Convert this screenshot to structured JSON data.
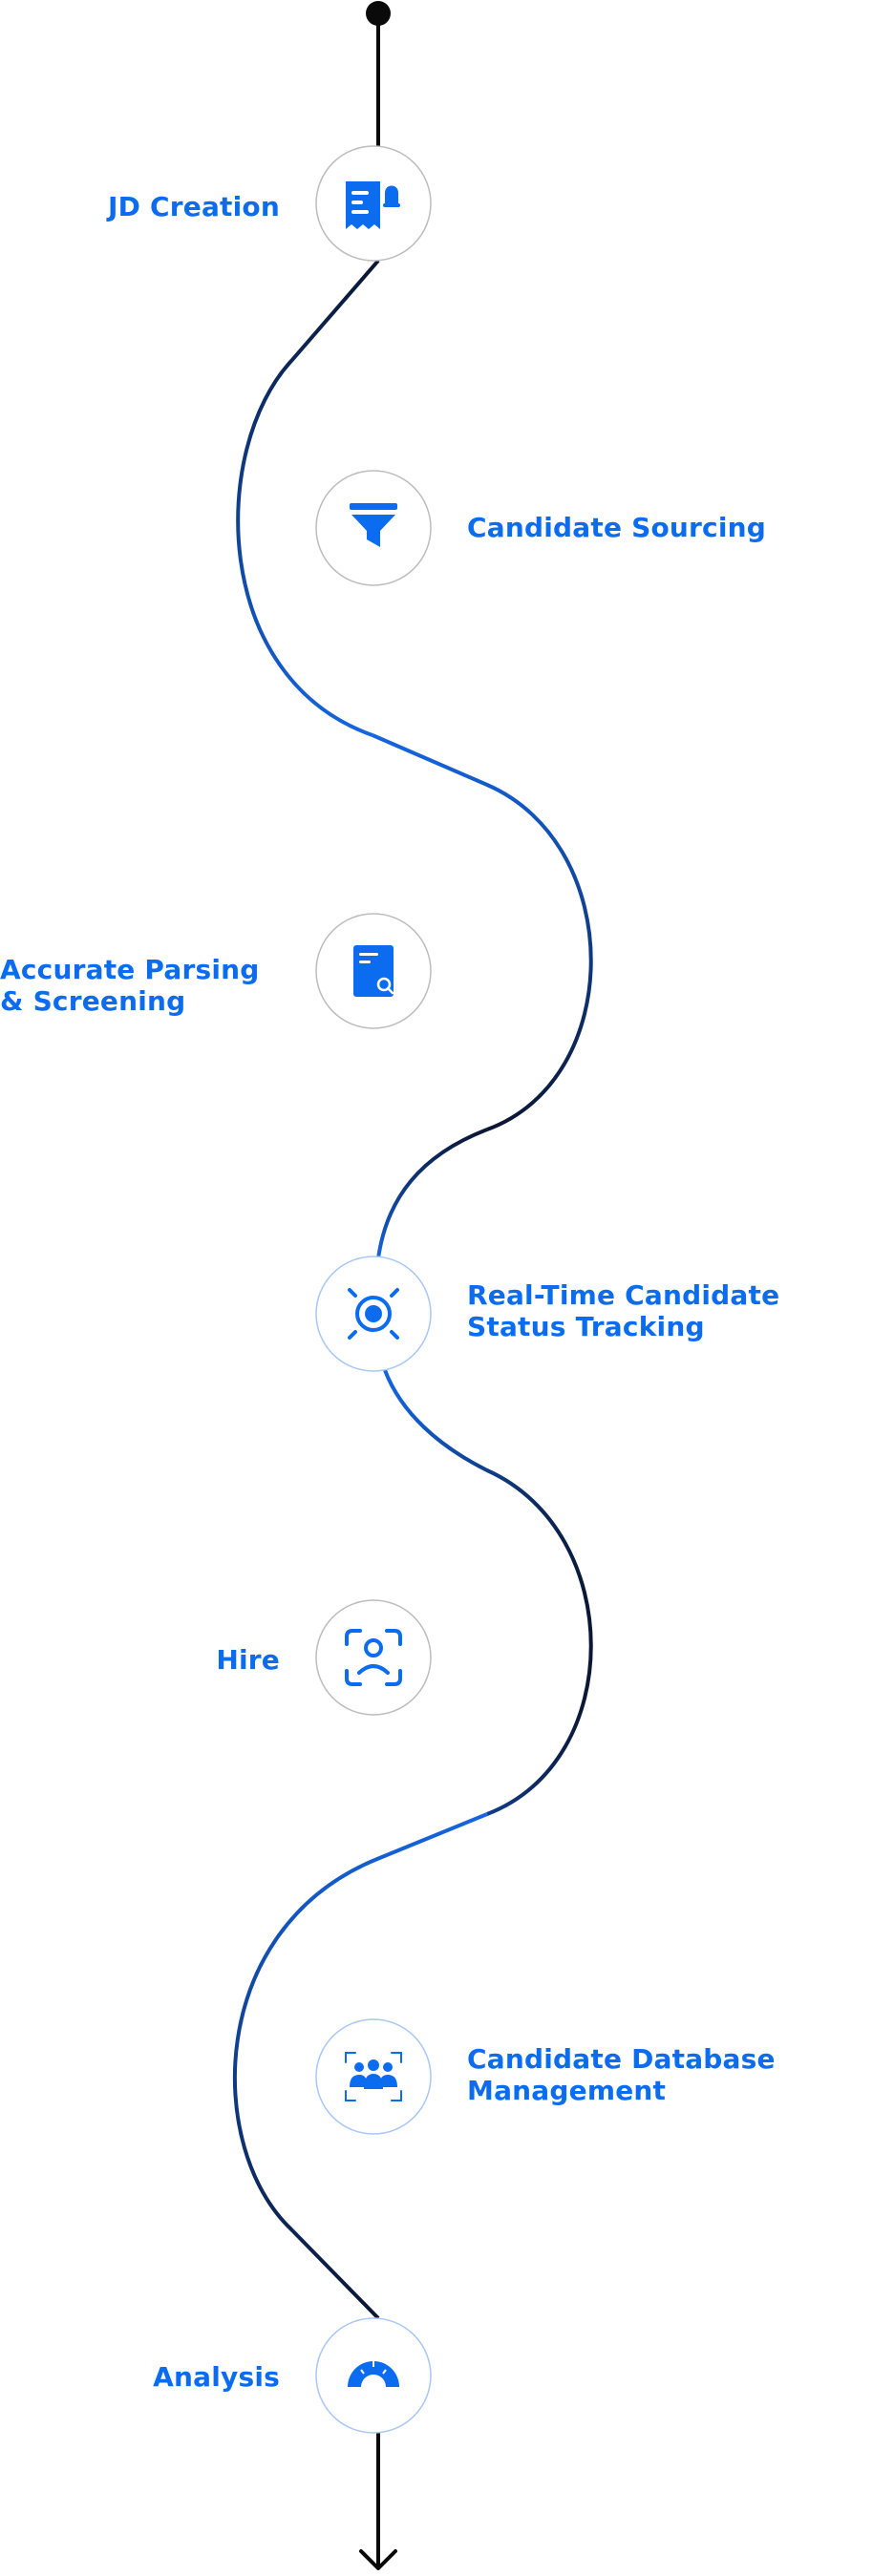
{
  "colors": {
    "accent": "#0B6CF0",
    "line_dark": "#0A1633",
    "line_blue": "#1565E0",
    "circle_border_grey": "#BDBDBD",
    "circle_border_blue": "#A9C8F5"
  },
  "steps": [
    {
      "label": "JD Creation",
      "icon": "document-bell-icon"
    },
    {
      "label": "Candidate Sourcing",
      "icon": "funnel-icon"
    },
    {
      "label": "Accurate Parsing\n& Screening",
      "icon": "document-search-icon"
    },
    {
      "label": "Real-Time Candidate\nStatus Tracking",
      "icon": "target-tracking-icon"
    },
    {
      "label": "Hire",
      "icon": "user-focus-icon"
    },
    {
      "label": "Candidate Database\nManagement",
      "icon": "team-focus-icon"
    },
    {
      "label": "Analysis",
      "icon": "gauge-icon"
    }
  ]
}
